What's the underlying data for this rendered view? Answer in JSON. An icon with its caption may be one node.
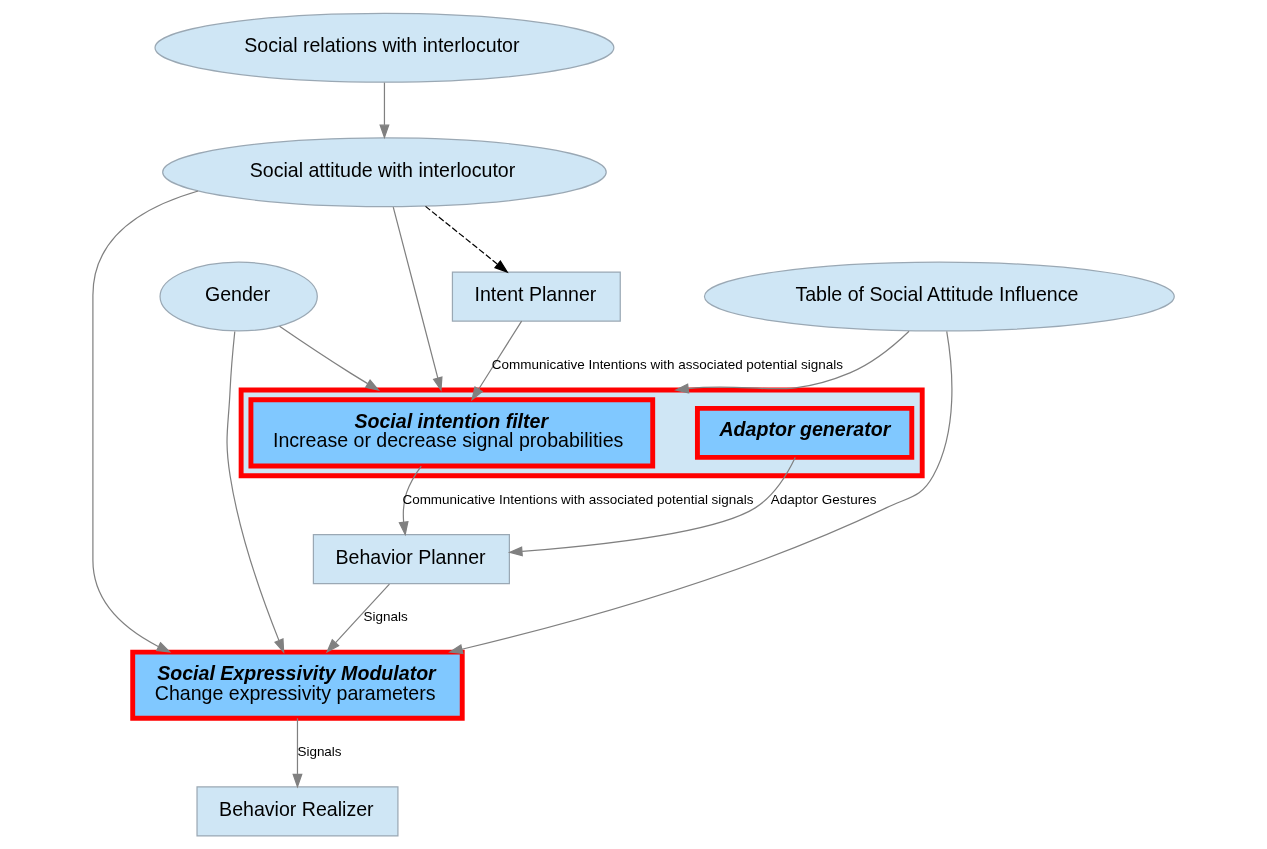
{
  "diagram": {
    "nodes": [
      {
        "text": [
          "Social relations with interlocutor"
        ]
      },
      {
        "text": [
          "Social attitude with interlocutor"
        ]
      },
      {
        "text": [
          "Gender"
        ]
      },
      {
        "text": [
          "Table of Social Attitude Influence"
        ]
      },
      {
        "text": [
          "Intent Planner"
        ]
      },
      {
        "text": [],
        "shape": "box"
      },
      {
        "text": [
          "Social intention filter",
          "Increase or decrease signal probabilities"
        ],
        "in": 5
      },
      {
        "text": [
          "Adaptor generator"
        ],
        "in": 5
      },
      {
        "text": [
          "Behavior Planner"
        ]
      },
      {
        "text": [
          "Social Expressivity Modulator",
          "Change expressivity parameters"
        ]
      },
      {
        "text": [
          "Behavior Realizer"
        ]
      }
    ],
    "edges": [
      {
        "from": 0,
        "to": 1,
        "arrow": "to"
      },
      {
        "from": 1,
        "to": 4,
        "arrow": "to",
        "style": "dashed",
        "color": "#000000"
      },
      {
        "from": 1,
        "to": 5,
        "arrow": "to"
      },
      {
        "from": 2,
        "to": 5,
        "arrow": "to"
      },
      {
        "from": 3,
        "to": 5,
        "arrow": "to"
      },
      {
        "from": 1,
        "to": 9,
        "arrow": "to"
      },
      {
        "from": 2,
        "to": 9,
        "arrow": "to"
      },
      {
        "from": 3,
        "to": 9,
        "arrow": "to"
      },
      {
        "from": 4,
        "to": 6,
        "arrow": "to",
        "label": "Communicative Intentions with associated potential signals"
      },
      {
        "from": 6,
        "to": 8,
        "arrow": "to",
        "label": "Communicative Intentions with associated potential signals"
      },
      {
        "from": 7,
        "to": 8,
        "arrow": "to",
        "label": "Adaptor Gestures"
      },
      {
        "from": 8,
        "to": 9,
        "arrow": "to",
        "label": "Signals"
      },
      {
        "from": 9,
        "to": 10,
        "arrow": "to",
        "label": "Signals"
      }
    ]
  }
}
